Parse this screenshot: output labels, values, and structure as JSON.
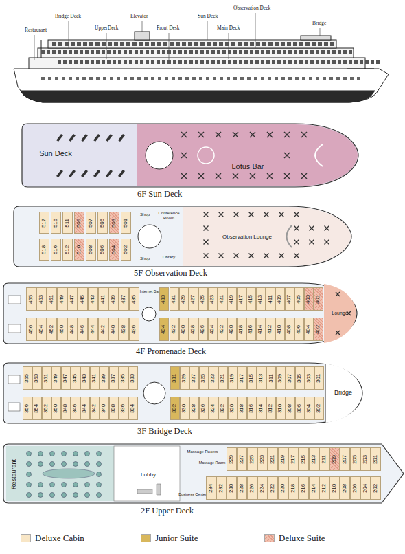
{
  "diagram": {
    "nodes": [
      {
        "text": [
          "Sun Deck"
        ]
      },
      {
        "text": [
          "Lotus Bar"
        ]
      },
      {
        "text": [
          "517"
        ]
      },
      {
        "text": [
          "515"
        ]
      },
      {
        "text": [
          "511"
        ]
      },
      {
        "text": [
          "509"
        ]
      },
      {
        "text": [
          "507"
        ]
      },
      {
        "text": [
          "505"
        ]
      },
      {
        "text": [
          "503"
        ]
      },
      {
        "text": [
          "501"
        ]
      },
      {
        "text": [
          "518"
        ]
      },
      {
        "text": [
          "516"
        ]
      },
      {
        "text": [
          "512"
        ]
      },
      {
        "text": [
          "510"
        ]
      },
      {
        "text": [
          "508"
        ]
      },
      {
        "text": [
          "506"
        ]
      },
      {
        "text": [
          "504"
        ]
      },
      {
        "text": [
          "502"
        ]
      },
      {
        "text": [
          "Shop"
        ]
      },
      {
        "text": [
          "Conference Room"
        ]
      },
      {
        "text": [
          "Shop"
        ]
      },
      {
        "text": [
          "Library"
        ]
      },
      {
        "text": [
          "Observation Lounge"
        ]
      },
      {
        "text": [
          "455"
        ]
      },
      {
        "text": [
          "453"
        ]
      },
      {
        "text": [
          "451"
        ]
      },
      {
        "text": [
          "449"
        ]
      },
      {
        "text": [
          "447"
        ]
      },
      {
        "text": [
          "445"
        ]
      },
      {
        "text": [
          "443"
        ]
      },
      {
        "text": [
          "441"
        ]
      },
      {
        "text": [
          "439"
        ]
      },
      {
        "text": [
          "437"
        ]
      },
      {
        "text": [
          "435"
        ]
      },
      {
        "text": [
          "Internet Bar"
        ]
      },
      {
        "text": [
          "433"
        ]
      },
      {
        "text": [
          "431"
        ]
      },
      {
        "text": [
          "429"
        ]
      },
      {
        "text": [
          "427"
        ]
      },
      {
        "text": [
          "425"
        ]
      },
      {
        "text": [
          "423"
        ]
      },
      {
        "text": [
          "421"
        ]
      },
      {
        "text": [
          "419"
        ]
      },
      {
        "text": [
          "417"
        ]
      },
      {
        "text": [
          "415"
        ]
      },
      {
        "text": [
          "413"
        ]
      },
      {
        "text": [
          "411"
        ]
      },
      {
        "text": [
          "409"
        ]
      },
      {
        "text": [
          "407"
        ]
      },
      {
        "text": [
          "405"
        ]
      },
      {
        "text": [
          "403"
        ]
      },
      {
        "text": [
          "401"
        ]
      },
      {
        "text": [
          "456"
        ]
      },
      {
        "text": [
          "454"
        ]
      },
      {
        "text": [
          "452"
        ]
      },
      {
        "text": [
          "450"
        ]
      },
      {
        "text": [
          "448"
        ]
      },
      {
        "text": [
          "446"
        ]
      },
      {
        "text": [
          "444"
        ]
      },
      {
        "text": [
          "442"
        ]
      },
      {
        "text": [
          "440"
        ]
      },
      {
        "text": [
          "438"
        ]
      },
      {
        "text": [
          "436"
        ]
      },
      {
        "text": [
          "434"
        ]
      },
      {
        "text": [
          "432"
        ]
      },
      {
        "text": [
          "430"
        ]
      },
      {
        "text": [
          "428"
        ]
      },
      {
        "text": [
          "426"
        ]
      },
      {
        "text": [
          "424"
        ]
      },
      {
        "text": [
          "422"
        ]
      },
      {
        "text": [
          "420"
        ]
      },
      {
        "text": [
          "418"
        ]
      },
      {
        "text": [
          "416"
        ]
      },
      {
        "text": [
          "414"
        ]
      },
      {
        "text": [
          "412"
        ]
      },
      {
        "text": [
          "410"
        ]
      },
      {
        "text": [
          "408"
        ]
      },
      {
        "text": [
          "406"
        ]
      },
      {
        "text": [
          "404"
        ]
      },
      {
        "text": [
          "402"
        ]
      },
      {
        "text": [
          "Lounge"
        ]
      },
      {
        "text": [
          "355"
        ]
      },
      {
        "text": [
          "353"
        ]
      },
      {
        "text": [
          "351"
        ]
      },
      {
        "text": [
          "349"
        ]
      },
      {
        "text": [
          "347"
        ]
      },
      {
        "text": [
          "345"
        ]
      },
      {
        "text": [
          "343"
        ]
      },
      {
        "text": [
          "341"
        ]
      },
      {
        "text": [
          "339"
        ]
      },
      {
        "text": [
          "337"
        ]
      },
      {
        "text": [
          "335"
        ]
      },
      {
        "text": [
          "333"
        ]
      },
      {
        "text": [
          "331"
        ]
      },
      {
        "text": [
          "329"
        ]
      },
      {
        "text": [
          "327"
        ]
      },
      {
        "text": [
          "325"
        ]
      },
      {
        "text": [
          "323"
        ]
      },
      {
        "text": [
          "321"
        ]
      },
      {
        "text": [
          "319"
        ]
      },
      {
        "text": [
          "317"
        ]
      },
      {
        "text": [
          "315"
        ]
      },
      {
        "text": [
          "313"
        ]
      },
      {
        "text": [
          "311"
        ]
      },
      {
        "text": [
          "309"
        ]
      },
      {
        "text": [
          "307"
        ]
      },
      {
        "text": [
          "305"
        ]
      },
      {
        "text": [
          "303"
        ]
      },
      {
        "text": [
          "301"
        ]
      },
      {
        "text": [
          "356"
        ]
      },
      {
        "text": [
          "354"
        ]
      },
      {
        "text": [
          "352"
        ]
      },
      {
        "text": [
          "350"
        ]
      },
      {
        "text": [
          "348"
        ]
      },
      {
        "text": [
          "346"
        ]
      },
      {
        "text": [
          "344"
        ]
      },
      {
        "text": [
          "342"
        ]
      },
      {
        "text": [
          "340"
        ]
      },
      {
        "text": [
          "338"
        ]
      },
      {
        "text": [
          "336"
        ]
      },
      {
        "text": [
          "334"
        ]
      },
      {
        "text": [
          "332"
        ]
      },
      {
        "text": [
          "330"
        ]
      },
      {
        "text": [
          "328"
        ]
      },
      {
        "text": [
          "326"
        ]
      },
      {
        "text": [
          "324"
        ]
      },
      {
        "text": [
          "322"
        ]
      },
      {
        "text": [
          "320"
        ]
      },
      {
        "text": [
          "318"
        ]
      },
      {
        "text": [
          "316"
        ]
      },
      {
        "text": [
          "314"
        ]
      },
      {
        "text": [
          "312"
        ]
      },
      {
        "text": [
          "310"
        ]
      },
      {
        "text": [
          "308"
        ]
      },
      {
        "text": [
          "306"
        ]
      },
      {
        "text": [
          "304"
        ]
      },
      {
        "text": [
          "302"
        ]
      },
      {
        "text": [
          "Bridge"
        ]
      },
      {
        "text": [
          "Restaurant"
        ]
      },
      {
        "text": [
          "Lobby"
        ]
      },
      {
        "text": [
          "Massage Rooms"
        ]
      },
      {
        "text": [
          "Massage Room"
        ]
      },
      {
        "text": [
          "Business Center"
        ]
      },
      {
        "text": [
          "229"
        ]
      },
      {
        "text": [
          "227"
        ]
      },
      {
        "text": [
          "225"
        ]
      },
      {
        "text": [
          "223"
        ]
      },
      {
        "text": [
          "221"
        ]
      },
      {
        "text": [
          "219"
        ]
      },
      {
        "text": [
          "217"
        ]
      },
      {
        "text": [
          "215"
        ]
      },
      {
        "text": [
          "213"
        ]
      },
      {
        "text": [
          "211"
        ]
      },
      {
        "text": [
          "209"
        ]
      },
      {
        "text": [
          "207"
        ]
      },
      {
        "text": [
          "205"
        ]
      },
      {
        "text": [
          "203"
        ]
      },
      {
        "text": [
          "201"
        ]
      },
      {
        "text": [
          "234"
        ]
      },
      {
        "text": [
          "232"
        ]
      },
      {
        "text": [
          "230"
        ]
      },
      {
        "text": [
          "228"
        ]
      },
      {
        "text": [
          "226"
        ]
      },
      {
        "text": [
          "224"
        ]
      },
      {
        "text": [
          "222"
        ]
      },
      {
        "text": [
          "220"
        ]
      },
      {
        "text": [
          "218"
        ]
      },
      {
        "text": [
          "216"
        ]
      },
      {
        "text": [
          "214"
        ]
      },
      {
        "text": [
          "212"
        ]
      },
      {
        "text": [
          "210"
        ]
      },
      {
        "text": [
          "208"
        ]
      },
      {
        "text": [
          "206"
        ]
      },
      {
        "text": [
          "204"
        ]
      },
      {
        "text": [
          "202"
        ]
      }
    ],
    "labels": [
      "Restaurant",
      "Bridge Deck",
      "UpperDeck",
      "Elevator",
      "Front Desk",
      "Sun Deck",
      "Main Deck",
      "Observation Deck",
      "Bridge",
      "6F Sun Deck",
      "5F Observation Deck",
      "4F Promenade Deck",
      "3F Bridge Deck",
      "2F Upper Deck"
    ],
    "legend": [
      {
        "text": "Deluxe Cabin",
        "color": "#f8e6c6"
      },
      {
        "text": "Junior Suite",
        "color": "#d8b75c"
      },
      {
        "text": "Deluxe Suite",
        "color": "#f1c0ae"
      }
    ]
  }
}
